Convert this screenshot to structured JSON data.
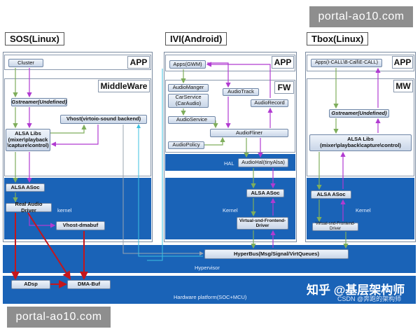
{
  "columns": {
    "sos": {
      "title": "SOS(Linux)"
    },
    "ivi": {
      "title": "IVI(Android)"
    },
    "tbox": {
      "title": "Tbox(Linux)"
    }
  },
  "sos": {
    "app_label": "APP",
    "middleware_label": "MiddleWare",
    "cluster": "Cluster",
    "gstreamer": "Gstreamer(Undefined)",
    "vhost_backend": "Vhost(virtoio-sound backend)",
    "alsa_libs_line1": "ALSA Libs",
    "alsa_libs_line2": "(mixer\\playback",
    "alsa_libs_line3": "\\capture\\control)",
    "alsa_asoc": "ALSA ASoc",
    "real_audio_driver": "Real Audio Driver",
    "kernel": "kernel",
    "vhost_dmabuf": "Vhost-dmabuf"
  },
  "ivi": {
    "app_label": "APP",
    "fw_label": "FW",
    "apps_gwm": "Apps(GWM)",
    "audio_manager": "AudioManger",
    "car_service_line1": "CarService",
    "car_service_line2": "(CarAudio)",
    "audio_track": "AudioTrack",
    "audio_record": "AudioRecord",
    "audio_service": "AudioService",
    "audio_flinger": "AudioFliner",
    "audio_policy": "AudioPolicy",
    "hal_label": "HAL",
    "audio_hal": "AudioHal(tinyAlsa)",
    "alsa_asoc": "ALSA ASoc",
    "kernel": "Kernel",
    "vsf_driver_line1": "Virtual-snd-Frontend-",
    "vsf_driver_line2": "Driver"
  },
  "tbox": {
    "app_label": "APP",
    "mw_label": "MW",
    "apps": "Apps(I-CALL\\B-Call\\E-CALL)",
    "gstreamer": "Gstreamer(Undefined)",
    "alsa_libs_line1": "ALSA Libs",
    "alsa_libs_line2": "(mixer\\playback\\capture\\control)",
    "alsa_asoc": "ALSA ASoc",
    "kernel": "Kernel",
    "vsf_driver": "Virtual-snd-Frontend-Driver"
  },
  "hypervisor": {
    "hyperbus": "HyperBus(Msg/Signal/VirtQueues)",
    "label": "Hypervisor"
  },
  "hardware": {
    "adsp": "ADsp",
    "dma_buf": "DMA-Buf",
    "label": "Hardware platform(SOC+MCU)"
  },
  "watermarks": {
    "top": "portal-ao10.com",
    "bottom": "portal-ao10.com",
    "zhihu": "知乎 @基层架构师",
    "csdn": "CSDN @奔跑的架构师"
  },
  "colors": {
    "blue_band": "#1a63b7",
    "arrow_purple": "#b13bd1",
    "arrow_green": "#7fae5c",
    "arrow_red": "#c4161c",
    "arrow_cyan": "#3cc0e0"
  }
}
